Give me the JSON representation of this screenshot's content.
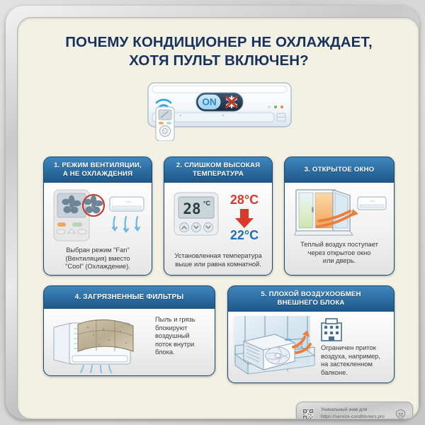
{
  "poster": {
    "title_line1": "ПОЧЕМУ КОНДИЦИОНЕР НЕ ОХЛАЖДАЕТ,",
    "title_line2": "ХОТЯ ПУЛЬТ ВКЛЮЧЕН?",
    "title_color": "#17325c",
    "background_color": "#f3f0e4",
    "frame_color": "#cfcfcf"
  },
  "hero": {
    "toggle_label": "ON",
    "snowflake_icon": "snowflake-icon",
    "cross_icon": "red-cross-icon",
    "wifi_icon": "wifi-signal-icon",
    "remote_icon": "remote-control-icon",
    "ac_icon": "air-conditioner-indoor-unit-icon",
    "accent_blue": "#29a3e0",
    "cross_red": "#c0392b"
  },
  "cards": [
    {
      "number": "1.",
      "title_line1": "1. РЕЖИМ ВЕНТИЛЯЦИИ,",
      "title_line2": "А НЕ ОХЛАЖДЕНИЯ",
      "caption_line1": "Выбран режим \"Fan\"",
      "caption_line2": "(Вентиляция) вместо",
      "caption_line3": "\"Cool\" (Охлаждение).",
      "icons": [
        "remote-control-icon",
        "fan-blades-icon",
        "red-circle-highlight-icon",
        "air-conditioner-indoor-unit-icon",
        "airflow-arrows-down-icon"
      ]
    },
    {
      "number": "2.",
      "title_line1": "2. СЛИШКОМ ВЫСОКАЯ",
      "title_line2": "ТЕМПЕРАТУРА",
      "caption_line1": "Установленная температура",
      "caption_line2": "выше или равна комнатной.",
      "temp_high": "28°C",
      "temp_low": "22°C",
      "display_value": "28",
      "display_unit": "°C",
      "temp_high_color": "#d93a2b",
      "temp_low_color": "#1f6fb2",
      "icons": [
        "thermostat-icon",
        "arrow-down-red-icon",
        "up-button-icon",
        "down-button-icon"
      ]
    },
    {
      "number": "3.",
      "title_line1": "3. ОТКРЫТОЕ ОКНО",
      "title_line2": "",
      "caption_line1": "Теплый воздух поступает",
      "caption_line2": "через открытое окно",
      "caption_line3": "или дверь.",
      "icons": [
        "open-window-icon",
        "warm-airflow-arrows-icon",
        "air-conditioner-indoor-unit-icon"
      ]
    },
    {
      "number": "4.",
      "title_line1": "4. ЗАГРЯЗНЕННЫЕ ФИЛЬТРЫ",
      "title_line2": "",
      "caption_line1": "Пыль и грязь",
      "caption_line2": "блокируют",
      "caption_line3": "воздушный",
      "caption_line4": "поток внутри",
      "caption_line5": "блока.",
      "icons": [
        "dirty-filter-icon",
        "air-conditioner-open-unit-icon",
        "airflow-arrows-icon"
      ]
    },
    {
      "number": "5.",
      "title_line1": "5. ПЛОХОЙ ВОЗДУХООБМЕН",
      "title_line2": "ВНЕШНЕГО БЛОКА",
      "caption_line1": "Ограничен приток",
      "caption_line2": "воздуха, например,",
      "caption_line3": "на застекленном",
      "caption_line4": "балконе.",
      "icons": [
        "outdoor-unit-icon",
        "glazed-balcony-icon",
        "building-icon",
        "warm-airflow-arrows-icon"
      ]
    }
  ],
  "watermark": {
    "line1": "Уникальный знак для",
    "line2": "https://service-conditioners.pro",
    "qr_icon": "qr-code-icon",
    "badge_icon": "shield-badge-icon"
  }
}
